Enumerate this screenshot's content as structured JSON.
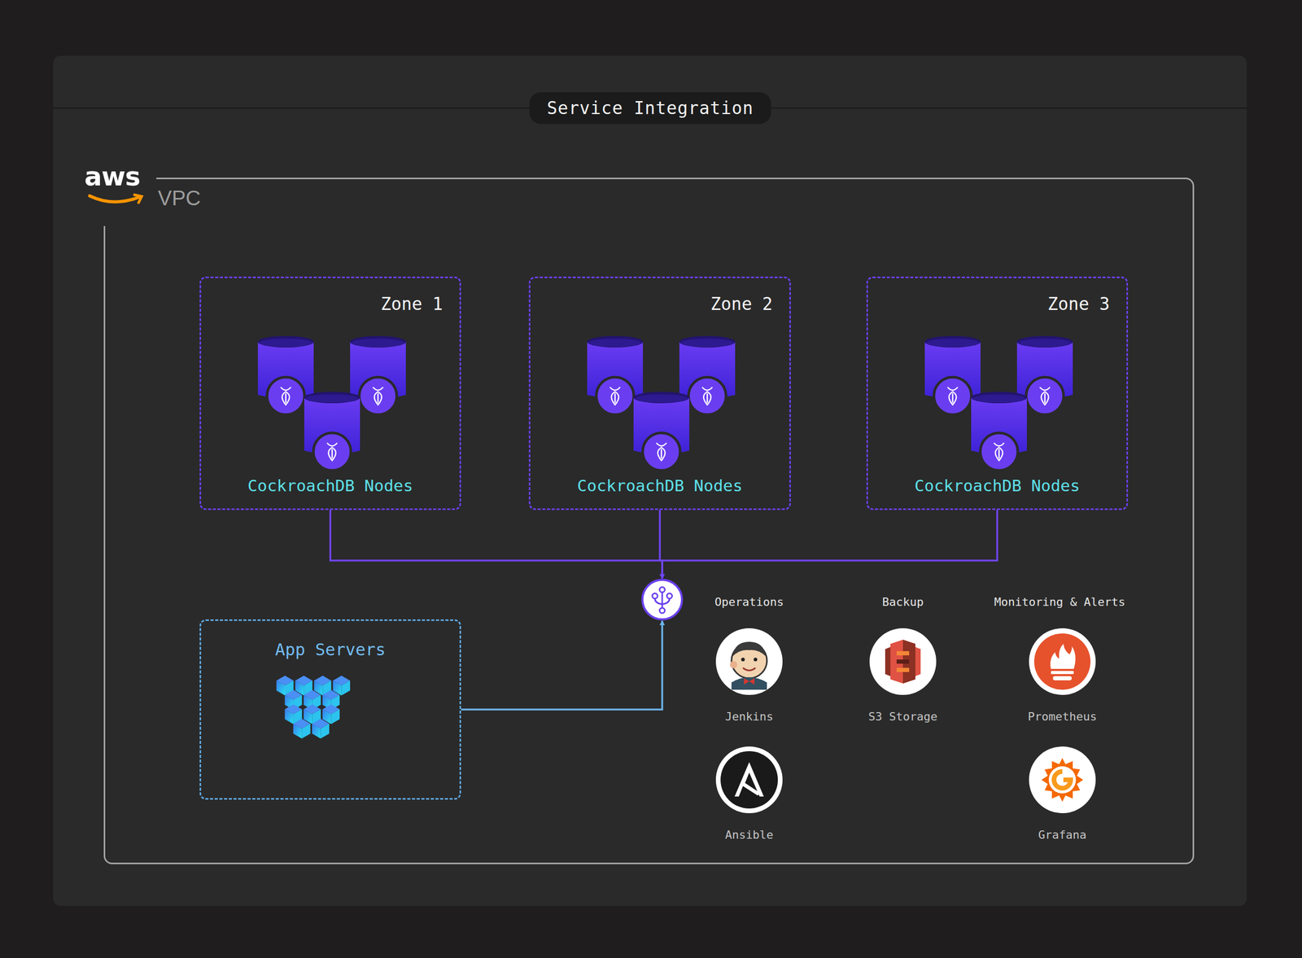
{
  "diagram": {
    "title": "Service Integration",
    "nodes": [
      {
        "text": [
          "VPC"
        ]
      },
      {
        "text": [
          "Zone 1",
          "CockroachDB Nodes"
        ],
        "in": 0
      },
      {
        "text": [
          "Zone 2",
          "CockroachDB Nodes"
        ],
        "in": 0
      },
      {
        "text": [
          "Zone 3",
          "CockroachDB Nodes"
        ],
        "in": 0
      },
      {
        "text": [
          "App Servers"
        ],
        "in": 0
      },
      {
        "text": [],
        "in": 0
      },
      {
        "text": [
          "Jenkins"
        ],
        "in": 0
      },
      {
        "text": [
          "S3 Storage"
        ],
        "in": 0
      },
      {
        "text": [
          "Prometheus"
        ],
        "in": 0
      },
      {
        "text": [
          "Ansible"
        ],
        "in": 0
      },
      {
        "text": [
          "Grafana"
        ],
        "in": 0
      }
    ],
    "edges": [
      {
        "from": 1,
        "to": 5,
        "arrow": "to"
      },
      {
        "from": 2,
        "to": 5,
        "arrow": "to"
      },
      {
        "from": 3,
        "to": 5,
        "arrow": "to"
      },
      {
        "from": 4,
        "to": 5,
        "arrow": "to"
      }
    ],
    "labels": [
      "aws",
      "Operations",
      "Backup",
      "Monitoring & Alerts"
    ]
  }
}
